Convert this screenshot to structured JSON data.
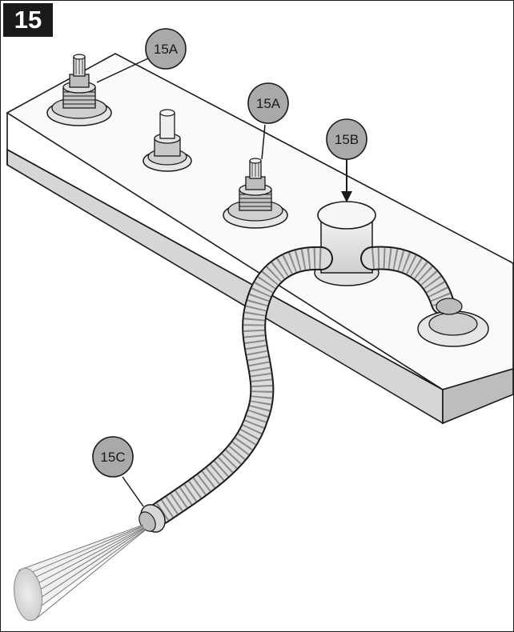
{
  "step": {
    "number": "15"
  },
  "callouts": [
    {
      "id": "a1",
      "label": "15A"
    },
    {
      "id": "a2",
      "label": "15A"
    },
    {
      "id": "b",
      "label": "15B"
    },
    {
      "id": "c",
      "label": "15C"
    }
  ],
  "colors": {
    "ink": "#1a1a1a",
    "callout_fill": "#a9a9a9",
    "deck": "#f2f2f2",
    "hose": "#d8d8d8"
  }
}
